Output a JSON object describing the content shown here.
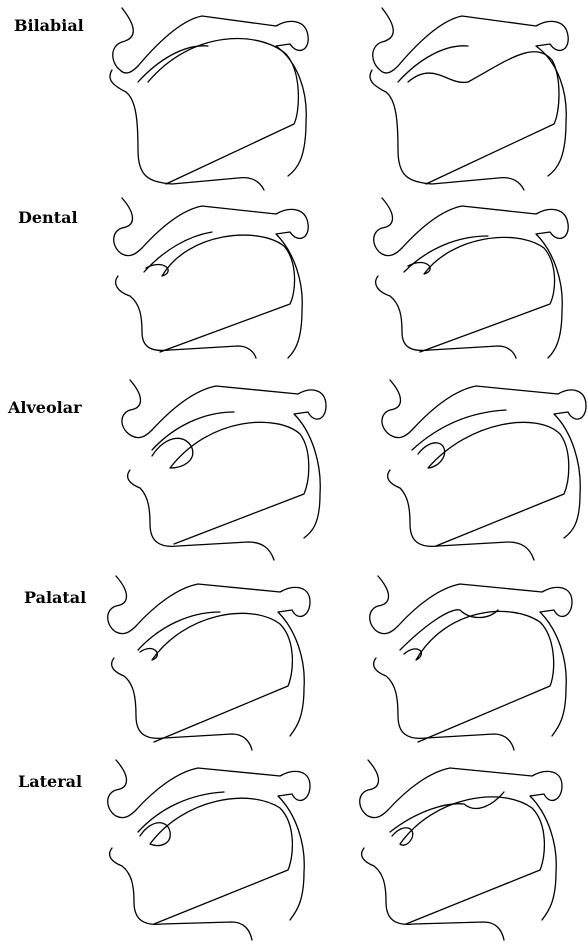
{
  "rows": [
    {
      "label": "Bilabial"
    },
    {
      "label": "Dental"
    },
    {
      "label": "Alveolar"
    },
    {
      "label": "Palatal"
    },
    {
      "label": "Lateral"
    }
  ]
}
